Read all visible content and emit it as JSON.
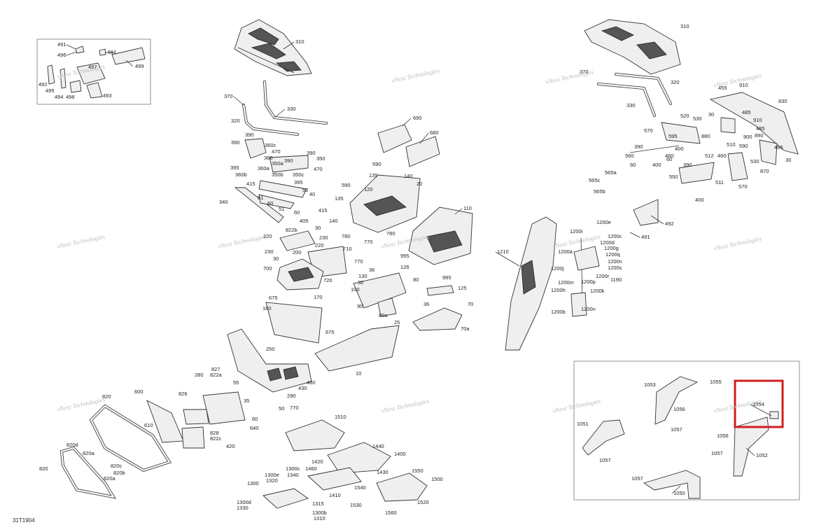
{
  "diagram": {
    "doc_code": "31T1904",
    "watermark": "vNext Technologies",
    "highlight_color": "#d01f1f",
    "callouts": {
      "c491": "491",
      "c496": "496",
      "c661": "661",
      "c497": "497",
      "c499": "499",
      "c492": "492",
      "c495": "495",
      "c494": "494",
      "c498": "498",
      "c493": "493",
      "c310a": "310",
      "c370a": "370",
      "c330a": "330",
      "c320a": "320",
      "c390a": "390",
      "c390b": "390",
      "c360c": "360c",
      "c470a": "470",
      "c360": "360",
      "c390c": "390",
      "c350": "350",
      "c350a": "350a",
      "c395a": "395",
      "c360a": "360a",
      "c470b": "470",
      "c360b": "360b",
      "c350b": "350b",
      "c350c": "350c",
      "c395b": "395",
      "c415a": "415",
      "c50a": "50",
      "c40": "40",
      "c51a": "51",
      "c60a": "60",
      "c340": "340",
      "c51b": "51",
      "c60b": "60",
      "c415b": "415",
      "c405": "405",
      "c690": "690",
      "c680": "680",
      "c590a": "590",
      "c135a": "135",
      "c140a": "140",
      "c590b": "590",
      "c20": "20",
      "c120": "120",
      "c135b": "135",
      "c140b": "140",
      "c780a": "780",
      "c770a": "770",
      "c780b": "780",
      "c110": "110",
      "c220a": "220",
      "c822b": "822b",
      "c30a": "30",
      "c230a": "230",
      "c220b": "220",
      "c230b": "230",
      "c200": "200",
      "c710": "710",
      "c700": "700",
      "c720": "720",
      "c770b": "770",
      "c995a": "995",
      "c36a": "36",
      "c126": "126",
      "c995b": "995",
      "c130": "130",
      "c80": "80",
      "c30b": "30",
      "c100": "100",
      "c125": "125",
      "c675a": "675",
      "c170": "170",
      "c36b": "36",
      "c180": "180",
      "c90": "90",
      "c70": "70",
      "c80a": "80a",
      "c675b": "675",
      "c70a": "70a",
      "c25": "25",
      "c250": "250",
      "c10": "10",
      "c280": "280",
      "c827": "827",
      "c822a": "822a",
      "c55": "55",
      "c460a": "460",
      "c430": "430",
      "c290": "290",
      "c35": "35",
      "c50b": "50",
      "c770c": "770",
      "c60c": "60",
      "c640": "640",
      "c828": "828",
      "c822c": "822c",
      "c420": "420",
      "c600": "600",
      "c820a": "820",
      "c826": "826",
      "c610": "610",
      "c820d": "820d",
      "c820a2": "820a",
      "c820c": "820c",
      "c820b": "820b",
      "c820e": "820",
      "c820a3": "820a",
      "c1510": "1510",
      "c1440": "1440",
      "c1400": "1400",
      "c1420": "1420",
      "c1460": "1460",
      "c1300c": "1300c",
      "c1340": "1340",
      "c1300e": "1300e",
      "c1320": "1320",
      "c1430": "1430",
      "c1550": "1550",
      "c1500": "1500",
      "c1300": "1300",
      "c1410": "1410",
      "c1540": "1540",
      "c1300d": "1300d",
      "c1330": "1330",
      "c1315": "1315",
      "c1530": "1530",
      "c1520": "1520",
      "c1300b": "1300b",
      "c1310": "1310",
      "c1560": "1560",
      "c310b": "310",
      "c370b": "370",
      "c320b": "320",
      "c330b": "330",
      "c455": "455",
      "c910a": "910",
      "c830": "830",
      "c485a": "485",
      "c30c": "30",
      "c520": "520",
      "c530a": "530",
      "c880": "880",
      "c910b": "910",
      "c570a": "570",
      "c595": "595",
      "c900": "900",
      "c485b": "485",
      "c890": "890",
      "c390d": "390",
      "c400a": "400",
      "c510": "510",
      "c590c": "590",
      "c485c": "485",
      "c30d": "30",
      "c560": "560",
      "c460b": "460",
      "c60d": "60",
      "c512": "512",
      "c460c": "460",
      "c530b": "530",
      "c60e": "60",
      "c400b": "400",
      "c390e": "390",
      "c565a": "565a",
      "c870": "870",
      "c550": "550",
      "c565c": "565c",
      "c511": "511",
      "c570b": "570",
      "c565b": "565b",
      "c400c": "400",
      "c492b": "492",
      "c1210": "1210",
      "c1200e": "1200e",
      "c1200i": "1200i",
      "c1200c": "1200c",
      "c491b": "491",
      "c1200d": "1200d",
      "c1200g": "1200g",
      "c1200a": "1200a",
      "c1200q": "1200q",
      "c1200n": "1200n",
      "c1200j": "1200j",
      "c1200s": "1200s",
      "c1200r": "1200r",
      "c1190": "1190",
      "c1200m": "1200m",
      "c1200p": "1200p",
      "c1200h": "1200h",
      "c1200k": "1200k",
      "c1200b": "1200b",
      "c1200n2": "1200n",
      "c1053": "1053",
      "c1055": "1055",
      "c1054": "1054",
      "c1056a": "1056",
      "c1051": "1051",
      "c1057a": "1057",
      "c1056b": "1056",
      "c1057b": "1057",
      "c1052": "1052",
      "c1057c": "1057",
      "c1057d": "1057",
      "c1050": "1050"
    }
  }
}
